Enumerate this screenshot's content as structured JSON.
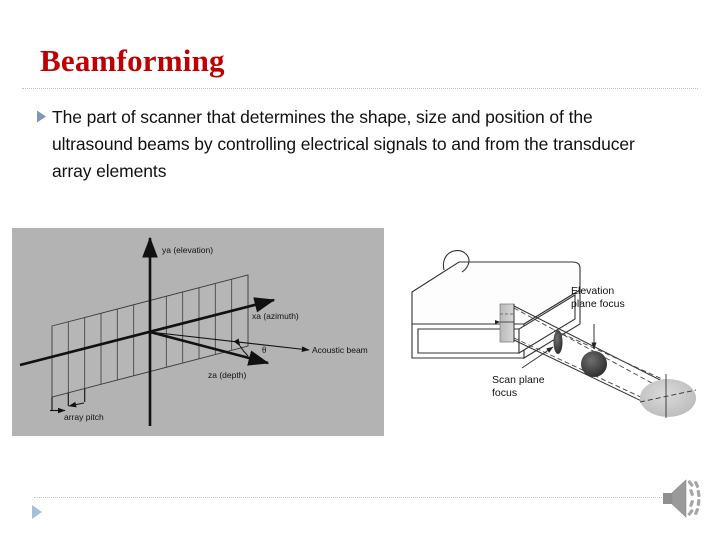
{
  "slide": {
    "title": "Beamforming",
    "body_text": "The part of scanner that determines the shape, size and position of the ultrasound beams by controlling electrical signals to and from the transducer array elements",
    "title_color": "#C00000",
    "body_color": "#111111",
    "bullet_color": "#7f96b8"
  },
  "figure_left": {
    "background_color": "#b3b3b3",
    "labels": {
      "y_axis": "ya (elevation)",
      "x_axis": "xa (azimuth)",
      "z_axis": "za (depth)",
      "beam": "Acoustic beam",
      "angle": "θ",
      "pitch": "array pitch"
    },
    "array_element_count": 12
  },
  "figure_right": {
    "background_color": "#ffffff",
    "labels": {
      "elevation_focus_line1": "Elevation",
      "elevation_focus_line2": "plane focus",
      "scan_focus_line1": "Scan plane",
      "scan_focus_line2": "focus"
    }
  },
  "footer": {
    "audio_icon": "speaker-icon",
    "bullet_icon": "triangle-bullet-icon"
  }
}
